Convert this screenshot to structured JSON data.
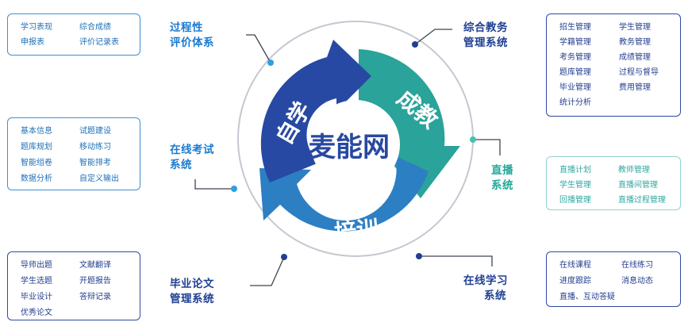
{
  "center": {
    "brand": "麦能网"
  },
  "cycle": {
    "self_study": "自学",
    "results": "成教",
    "training": "培训"
  },
  "modules": {
    "process_eval": {
      "title_lines": [
        "过程性",
        "评价体系"
      ],
      "items": [
        "学习表现",
        "综合成绩",
        "申报表",
        "评价记录表"
      ]
    },
    "online_exam": {
      "title_lines": [
        "在线考试",
        "系统"
      ],
      "items": [
        "基本信息",
        "试题建设",
        "题库规划",
        "移动练习",
        "智能组卷",
        "智能排考",
        "数据分析",
        "自定义输出"
      ]
    },
    "thesis": {
      "title_lines": [
        "毕业论文",
        "管理系统"
      ],
      "items": [
        "导师出题",
        "文献翻译",
        "学生选题",
        "开题报告",
        "毕业设计",
        "答辩记录",
        "优秀论文"
      ]
    },
    "academic": {
      "title_lines": [
        "综合教务",
        "管理系统"
      ],
      "items": [
        "招生管理",
        "学生管理",
        "学籍管理",
        "教务管理",
        "考务管理",
        "成绩管理",
        "题库管理",
        "过程与督导",
        "毕业管理",
        "费用管理",
        "统计分析"
      ]
    },
    "live": {
      "title_lines": [
        "直播",
        "系统"
      ],
      "items": [
        "直播计划",
        "教师管理",
        "学生管理",
        "直播间管理",
        "回播管理",
        "直播过程管理"
      ]
    },
    "online_learning": {
      "title_lines": [
        "在线学习",
        "系统"
      ],
      "items": [
        "在线课程",
        "在线练习",
        "进度跟踪",
        "消息动态",
        "直播、互动答疑"
      ]
    }
  },
  "colors": {
    "dark_blue": "#2a4aa3",
    "teal": "#2aa39a",
    "mid_blue": "#2b7fc4",
    "ring": "#c4c8d0",
    "dot_blue": "#2f9fe0",
    "dot_navy": "#1f3f93",
    "dot_teal": "#48c1b5"
  }
}
